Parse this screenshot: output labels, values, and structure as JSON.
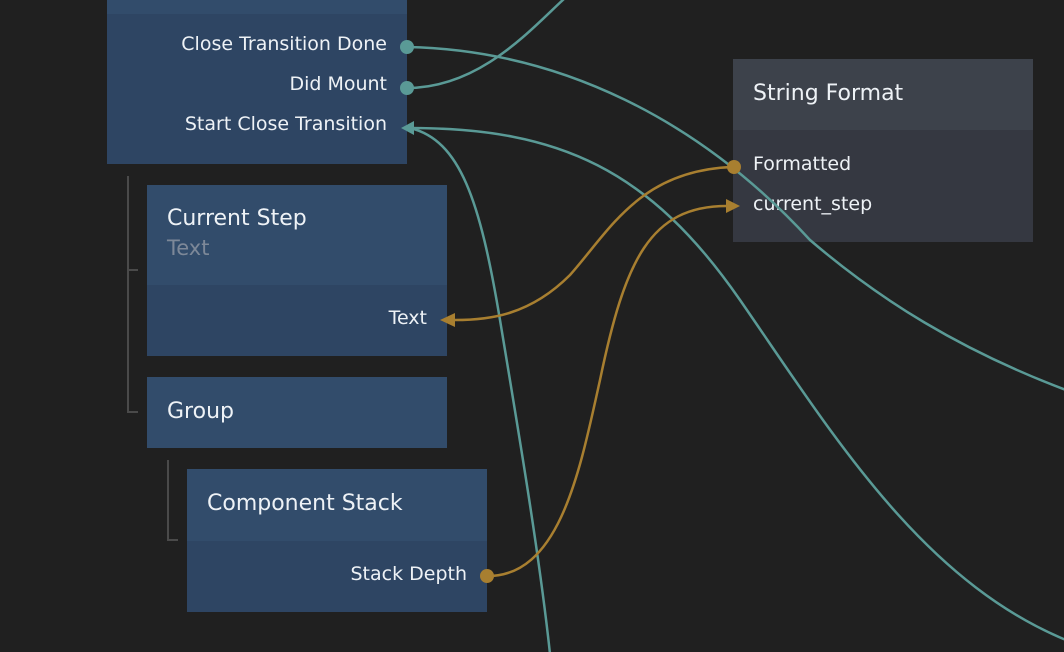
{
  "colors": {
    "background": "#202020",
    "component_node": "#324c6b",
    "logic_node": "#3d424b",
    "signal_wire": "#5a9a96",
    "data_wire": "#a87f30"
  },
  "nodes": {
    "top_node": {
      "ports": {
        "close_transition_done": "Close Transition Done",
        "did_mount": "Did Mount",
        "start_close_transition": "Start Close Transition"
      }
    },
    "current_step": {
      "title": "Current Step",
      "subtitle": "Text",
      "ports": {
        "text": "Text"
      }
    },
    "group": {
      "title": "Group"
    },
    "component_stack": {
      "title": "Component Stack",
      "ports": {
        "stack_depth": "Stack Depth"
      }
    },
    "string_format": {
      "title": "String Format",
      "ports": {
        "formatted": "Formatted",
        "current_step": "current_step"
      }
    }
  }
}
